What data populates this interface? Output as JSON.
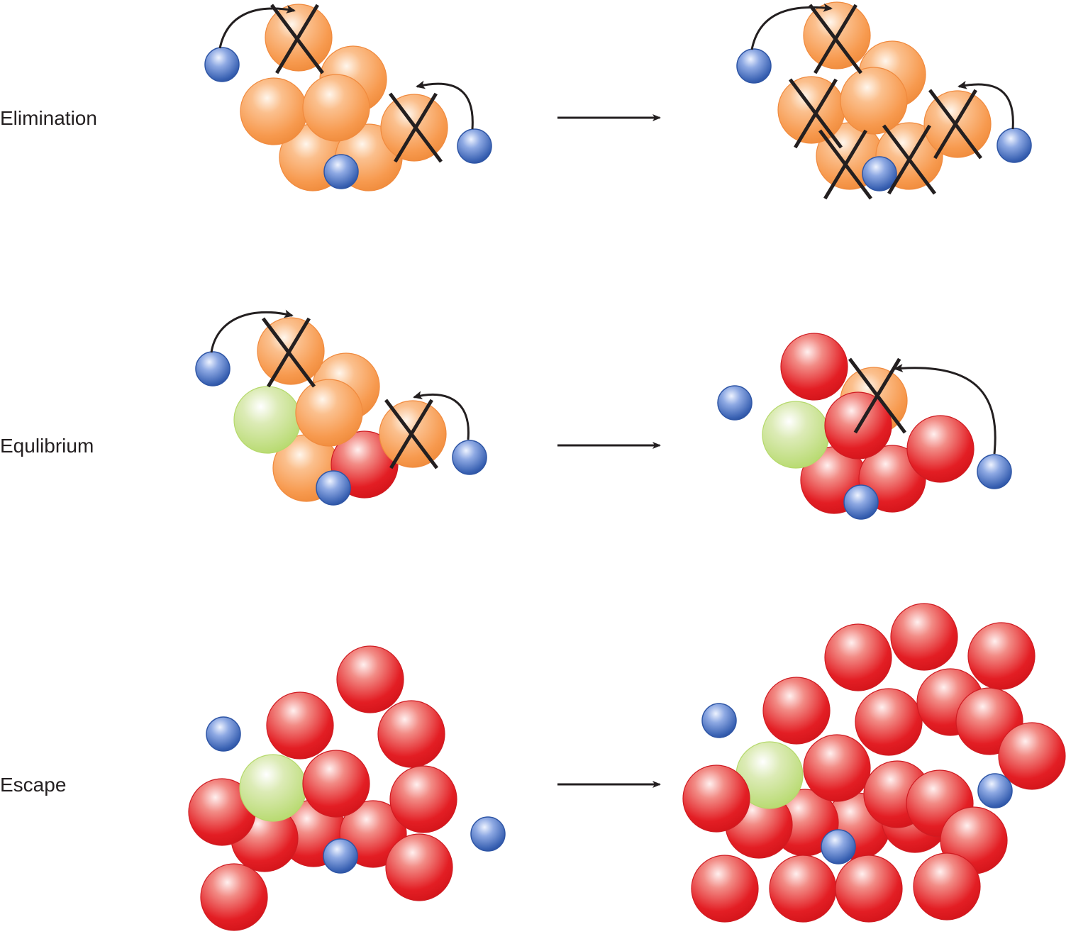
{
  "rows": [
    {
      "id": "elimination",
      "label": "Elimination"
    },
    {
      "id": "equilibrium",
      "label": "Equlibrium"
    },
    {
      "id": "escape",
      "label": "Escape"
    }
  ],
  "legend_colors": {
    "orange_cell": "#f79a4f",
    "red_cell": "#e31e24",
    "green_cell": "#b5d96b",
    "blue_cell": "#3a62b3",
    "line": "#231f20"
  }
}
